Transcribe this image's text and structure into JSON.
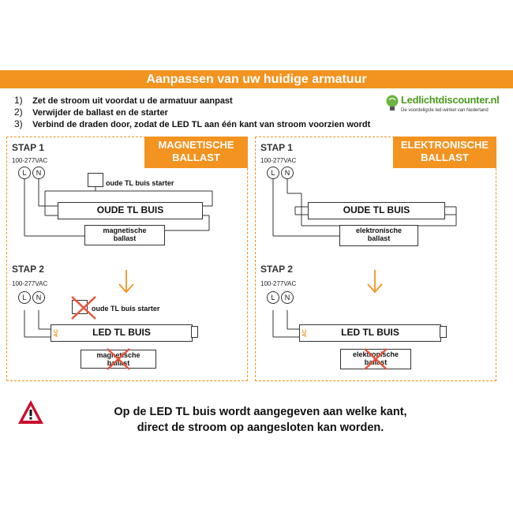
{
  "banner": {
    "title": "Aanpassen van uw huidige armatuur"
  },
  "steps": [
    {
      "num": "1)",
      "text": "Zet de stroom uit voordat u de armatuur aanpast"
    },
    {
      "num": "2)",
      "text": "Verwijder de ballast en de starter"
    },
    {
      "num": "3)",
      "text": "Verbind de draden door, zodat de LED TL aan één kant van stroom voorzien wordt"
    }
  ],
  "logo": {
    "name": "Ledlichtdiscounter.nl",
    "tagline": "De voordeligste led-winkel van Nederland",
    "color": "#4c9a1e"
  },
  "accent": "#f39320",
  "panels": {
    "left": {
      "type_line1": "MAGNETISCHE",
      "type_line2": "BALLAST",
      "stap1": "STAP 1",
      "stap2": "STAP 2",
      "voltage1": "100-277VAC",
      "voltage2": "100-277VAC",
      "live": "L",
      "neutral": "N",
      "starter_label": "oude TL buis starter",
      "old_tube": "OUDE TL BUIS",
      "ballast_line1": "magnetische",
      "ballast_line2": "ballast",
      "starter_label2": "oude TL buis starter",
      "led_tube": "LED TL BUIS",
      "ac": "AC",
      "ballast2_line1": "magnetische",
      "ballast2_line2": "ballast"
    },
    "right": {
      "type_line1": "ELEKTRONISCHE",
      "type_line2": "BALLAST",
      "stap1": "STAP 1",
      "stap2": "STAP 2",
      "voltage1": "100-277VAC",
      "voltage2": "100-277VAC",
      "live": "L",
      "neutral": "N",
      "old_tube": "OUDE TL BUIS",
      "ballast_line1": "elektronische",
      "ballast_line2": "ballast",
      "led_tube": "LED TL BUIS",
      "ac": "AC",
      "ballast2_line1": "elektronische",
      "ballast2_line2": "ballast"
    }
  },
  "footer": {
    "line1": "Op de LED TL buis wordt aangegeven aan welke kant,",
    "line2": "direct de stroom op aangesloten kan worden."
  },
  "icons": {
    "warning": "warning-triangle-icon",
    "arrow": "arrow-down-icon",
    "cross": "cross-out-icon",
    "logo": "lightbulb-icon"
  }
}
